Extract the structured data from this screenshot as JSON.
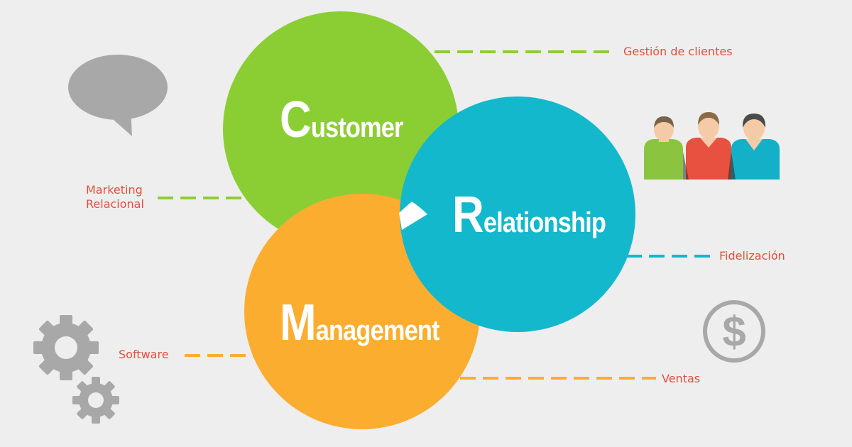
{
  "circles": [
    {
      "id": "customer",
      "initial": "C",
      "rest": "ustomer",
      "color": "#8bce33"
    },
    {
      "id": "relationship",
      "initial": "R",
      "rest": "elationship",
      "color": "#14b8cc"
    },
    {
      "id": "management",
      "initial": "M",
      "rest": "anagement",
      "color": "#fbad2f"
    }
  ],
  "labels": {
    "gestion": "Gestión de clientes",
    "marketing": [
      "Marketing",
      "Relacional"
    ],
    "fidelizacion": "Fidelización",
    "software": "Software",
    "ventas": "Ventas"
  },
  "colors": {
    "background": "#eeeeee",
    "label_text": "#e0503e",
    "icon_gray": "#a8a8a8",
    "person_green": "#8bc53f",
    "person_red": "#e8513f",
    "person_blue": "#14b0c8",
    "skin": "#f5cba7"
  },
  "icons": [
    "speech-bubble-icon",
    "people-group-icon",
    "dollar-coin-icon",
    "gears-icon"
  ]
}
